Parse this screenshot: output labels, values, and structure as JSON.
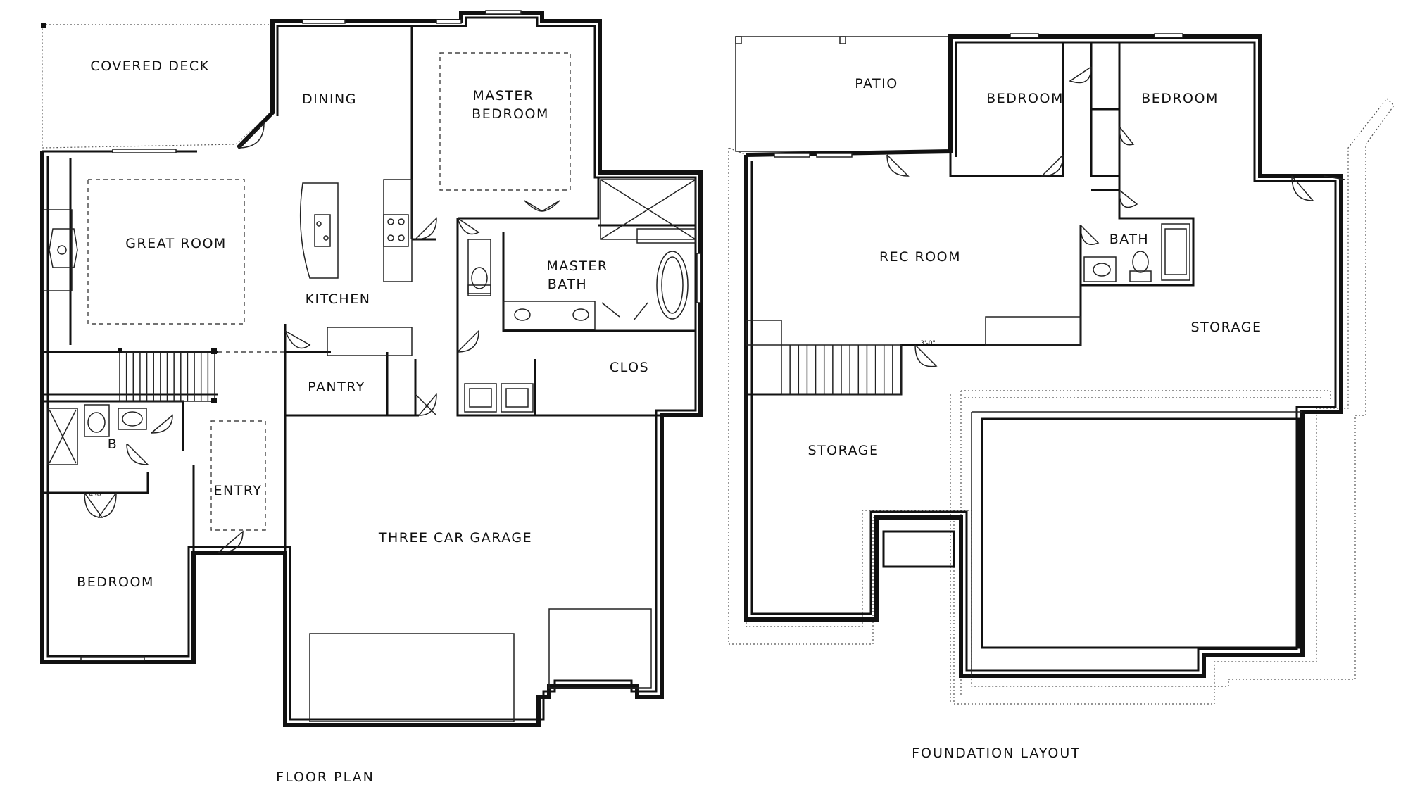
{
  "floor_plan": {
    "caption": "FLOOR PLAN",
    "rooms": {
      "covered_deck": "COVERED DECK",
      "dining": "DINING",
      "master_bedroom_1": "MASTER",
      "master_bedroom_2": "BEDROOM",
      "great_room": "GREAT ROOM",
      "kitchen": "KITCHEN",
      "master_bath_1": "MASTER",
      "master_bath_2": "BATH",
      "pantry": "PANTRY",
      "clos": "CLOS",
      "bath": "B",
      "entry": "ENTRY",
      "bedroom": "BEDROOM",
      "garage": "THREE CAR GARAGE"
    },
    "dimensions": {
      "closet_door": "4'-0\""
    }
  },
  "foundation": {
    "caption": "FOUNDATION LAYOUT",
    "rooms": {
      "patio": "PATIO",
      "bedroom_1": "BEDROOM",
      "bedroom_2": "BEDROOM",
      "rec_room": "REC ROOM",
      "bath": "BATH",
      "storage_right": "STORAGE",
      "storage_left": "STORAGE"
    },
    "dimensions": {
      "door": "3'-0\""
    }
  }
}
